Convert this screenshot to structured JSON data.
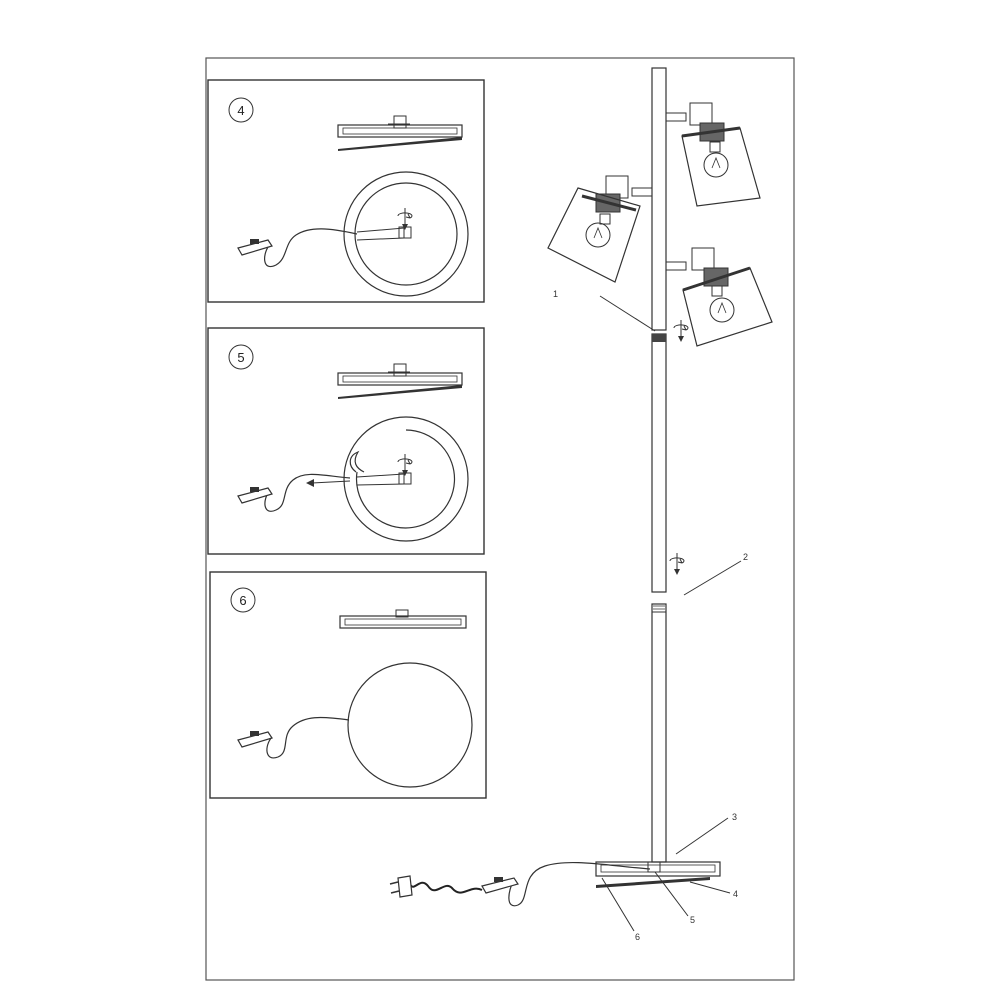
{
  "steps": [
    {
      "number": "4"
    },
    {
      "number": "5"
    },
    {
      "number": "6"
    }
  ],
  "callouts": [
    "1",
    "2",
    "3",
    "4",
    "5",
    "6"
  ],
  "colors": {
    "line": "#333333",
    "frame": "#444444",
    "background": "#ffffff"
  },
  "icons": [
    "rotate-arrow-icon",
    "down-arrow-icon",
    "plug-icon",
    "switch-icon",
    "bulb-icon"
  ]
}
